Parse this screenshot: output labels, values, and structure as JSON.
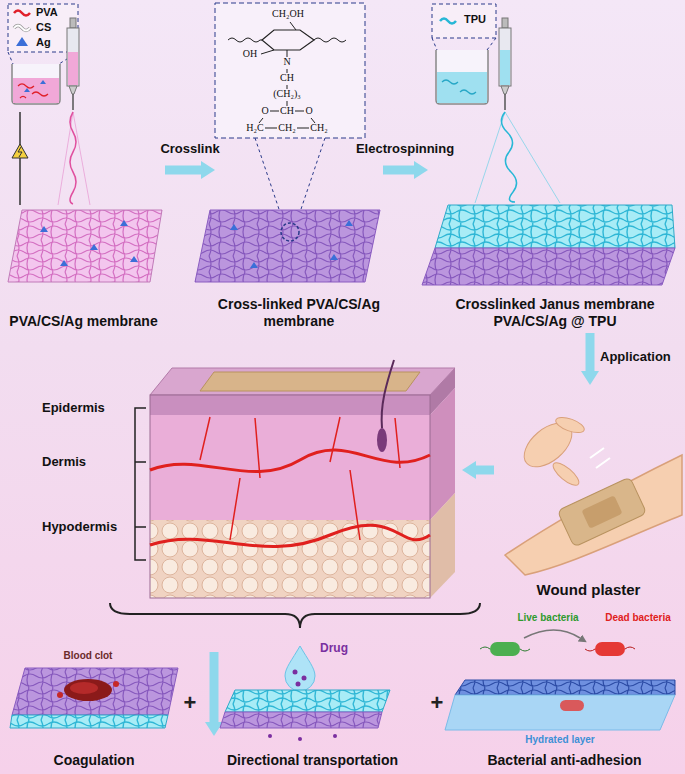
{
  "diagram": {
    "nodes": [
      {
        "text": [
          "PVA/CS/Ag membrane"
        ]
      },
      {
        "text": [
          "Cross-linked PVA/CS/Ag membrane"
        ]
      },
      {
        "text": [
          "Crosslinked Janus membrane PVA/CS/Ag @ TPU"
        ]
      },
      {
        "text": [
          "Wound plaster"
        ]
      },
      {
        "text": [
          "Coagulation"
        ]
      },
      {
        "text": [
          "Directional transportation"
        ]
      },
      {
        "text": [
          "Bacterial anti-adhesion"
        ]
      }
    ],
    "edges": [
      {
        "from": 0,
        "to": 1,
        "label": "Crosslink",
        "arrow": "to"
      },
      {
        "from": 1,
        "to": 2,
        "label": "Electrospinning",
        "arrow": "to"
      },
      {
        "from": 2,
        "to": 3,
        "label": "Application",
        "arrow": "to"
      }
    ],
    "labels": [
      "CH₂OH",
      "OH",
      "N",
      "CH",
      "(CH₂)₃",
      "O",
      "CH",
      "O",
      "H₂C",
      "CH₂",
      "CH₂",
      "Epidermis",
      "Dermis",
      "Hypodermis",
      "Blood clot",
      "+",
      "Drug",
      "+",
      "Live bacteria",
      "Dead bacteria",
      "Hydrated layer"
    ],
    "legend": [
      {
        "text": "PVA"
      },
      {
        "text": "CS"
      },
      {
        "text": "Ag"
      },
      {
        "text": "TPU"
      }
    ]
  }
}
